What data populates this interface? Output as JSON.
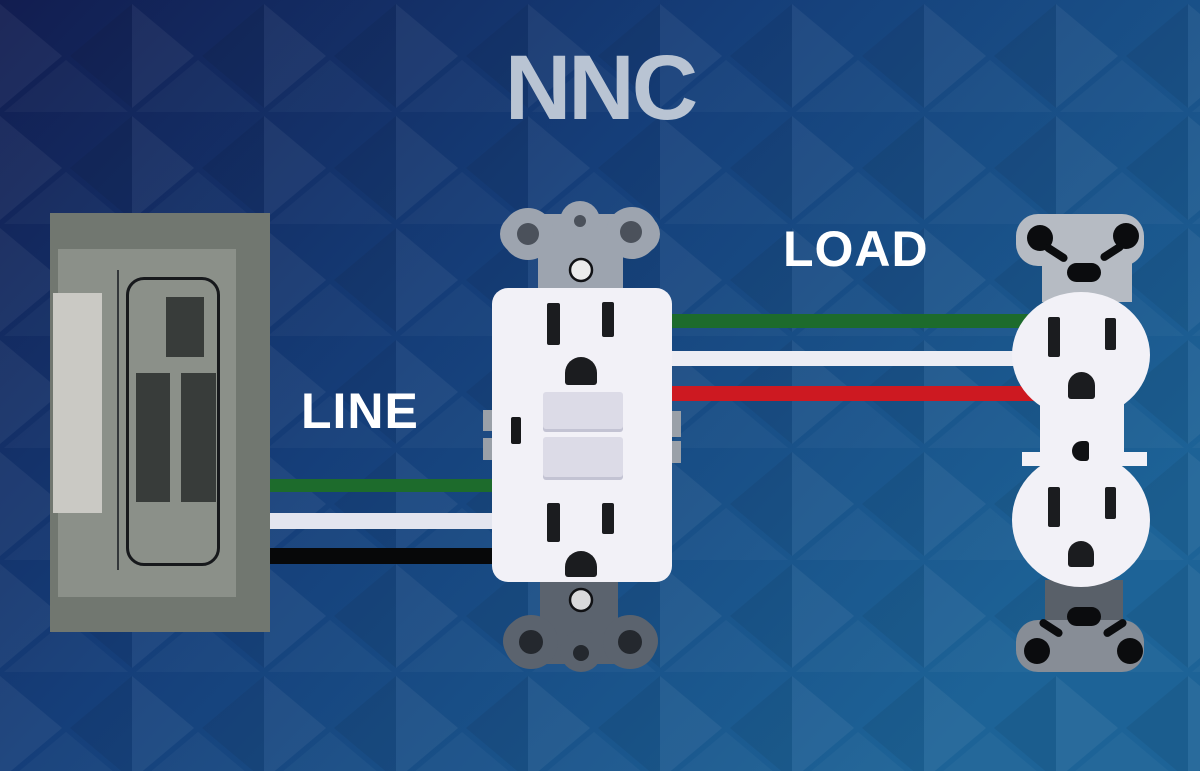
{
  "logo": {
    "text": "NNC",
    "color": "#b9c4d3"
  },
  "annotations": {
    "line_label": "LINE",
    "load_label": "LOAD",
    "label_color": "#ffffff"
  },
  "background": {
    "gradient_from": "#121d50",
    "gradient_mid": "#153e79",
    "gradient_to": "#1d6397"
  },
  "wires": {
    "line": [
      {
        "name": "ground",
        "color": "#1d6b2c"
      },
      {
        "name": "neutral",
        "color": "#e3e5ef"
      },
      {
        "name": "hot",
        "color": "#070809"
      }
    ],
    "load": [
      {
        "name": "ground",
        "color": "#1d6b2c"
      },
      {
        "name": "neutral",
        "color": "#ecedf4"
      },
      {
        "name": "hot",
        "color": "#cd1921"
      }
    ]
  }
}
